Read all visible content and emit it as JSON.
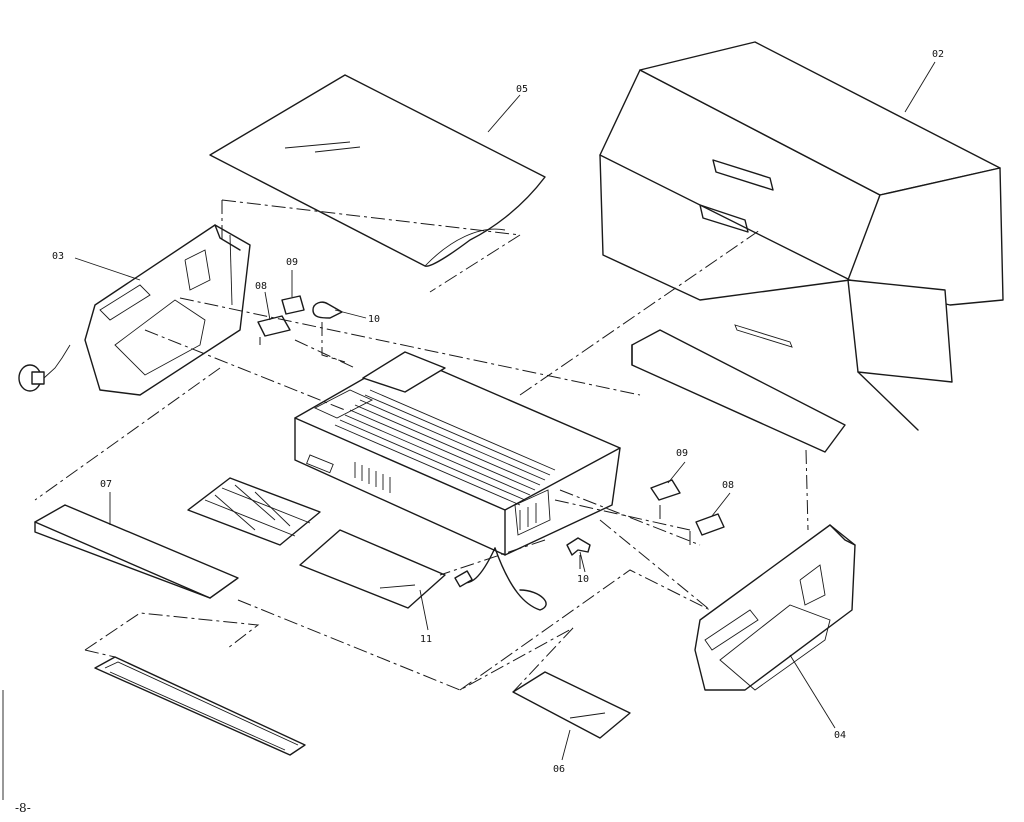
{
  "labels": {
    "p02": "02",
    "p03": "03",
    "p04": "04",
    "p05": "05",
    "p06": "06",
    "p07": "07",
    "p08a": "08",
    "p08b": "08",
    "p09a": "09",
    "p09b": "09",
    "p10a": "10",
    "p10b": "10",
    "p11": "11"
  },
  "page_number": "-8-"
}
